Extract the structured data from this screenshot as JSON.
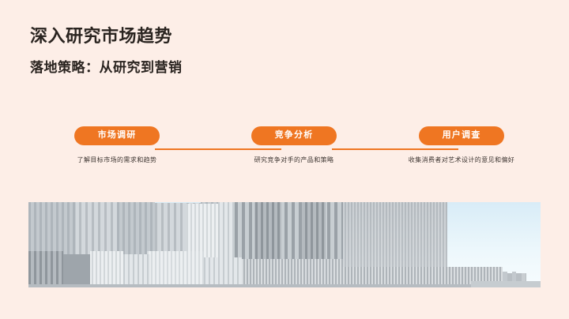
{
  "theme": {
    "background": "#fdeee7",
    "accent": "#ef7622",
    "text": "#2a2420",
    "caption_text": "#3d3531",
    "pill_text": "#ffffff",
    "sky": "#dceef8"
  },
  "heading": {
    "title": "深入研究市场趋势",
    "subtitle": "落地策略：从研究到营销"
  },
  "process": {
    "steps": [
      {
        "label": "市场调研",
        "caption": "了解目标市场的需求和趋势"
      },
      {
        "label": "竞争分析",
        "caption": "研究竞争对手的产品和策略"
      },
      {
        "label": "用户调查",
        "caption": "收集消费者对艺术设计的意见和偏好"
      }
    ]
  },
  "photo": {
    "alt": "abstract-striped-architecture"
  }
}
